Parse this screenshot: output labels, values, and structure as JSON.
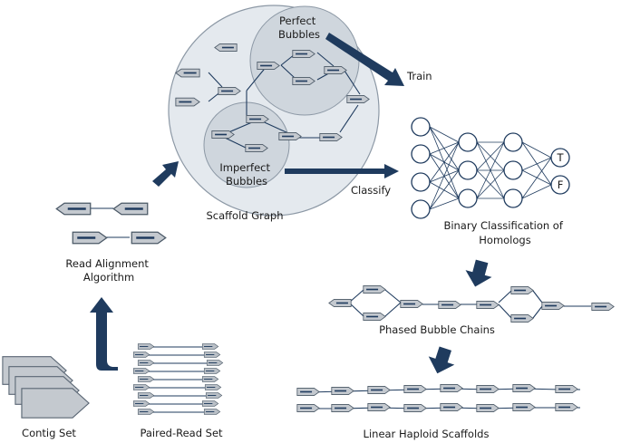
{
  "labels": {
    "perfect_bubbles": [
      "Perfect",
      "Bubbles"
    ],
    "imperfect_bubbles": [
      "Imperfect",
      "Bubbles"
    ],
    "scaffold_graph": "Scaffold Graph",
    "train": "Train",
    "classify": "Classify",
    "binary_classification": [
      "Binary Classification of",
      "Homologs"
    ],
    "true_node": "T",
    "false_node": "F",
    "read_alignment": [
      "Read Alignment",
      "Algorithm"
    ],
    "phased_bubble_chains": "Phased Bubble Chains",
    "linear_haploid_scaffolds": "Linear Haploid Scaffolds",
    "contig_set": "Contig Set",
    "paired_read_set": "Paired-Read Set"
  },
  "colors": {
    "arrow": "#1f3b5e",
    "edge": "#1f3b5e",
    "contig_fill": "#c4c9cf",
    "contig_stroke": "#4a5866",
    "circle_outer": "#e4e9ee",
    "circle_inner": "#cfd6dd",
    "neuron_stroke": "#1f3b5e"
  }
}
